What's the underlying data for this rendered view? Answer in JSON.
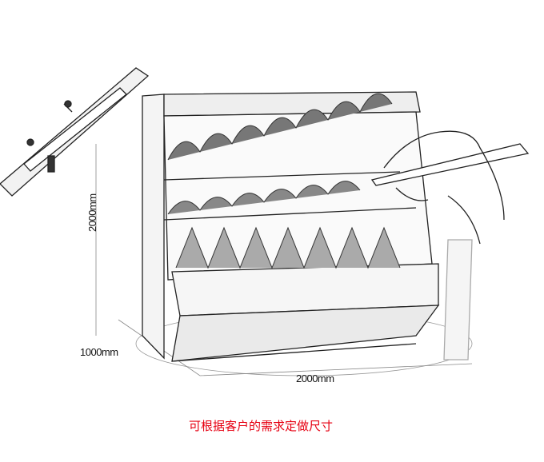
{
  "dimensions": {
    "height": "2000mm",
    "depth": "1000mm",
    "width": "2000mm"
  },
  "caption": "可根据客户的需求定做尺寸",
  "colors": {
    "caption": "#e60012",
    "sketch": "#222222"
  }
}
